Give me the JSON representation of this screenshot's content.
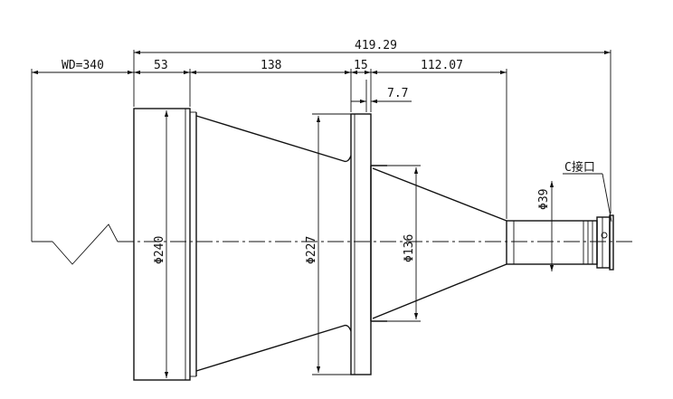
{
  "dimensions": {
    "overall_length": "419.29",
    "working_distance": "WD=340",
    "seg_flange": "53",
    "seg_cone1": "138",
    "seg_mid_flange": "15",
    "seg_cone2_tube": "112.07",
    "flange_step": "7.7",
    "dia_front": "Φ240",
    "dia_mid": "Φ227",
    "dia_cone2": "Φ136",
    "dia_tube": "Φ39"
  },
  "labels": {
    "mount": "C接口"
  },
  "colors": {
    "line": "#111111",
    "background": "#ffffff"
  }
}
